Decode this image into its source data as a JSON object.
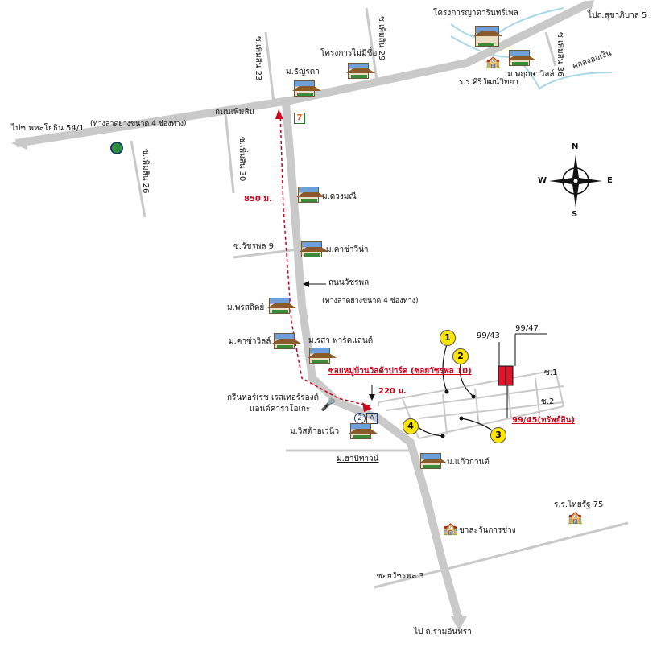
{
  "labels": {
    "to_phahon": "ไปซ.พหลโยธิน 54/1",
    "to_sukhapiban": "ไปถ.สุขาภิบาล 5",
    "to_ramintra": "ไป ถ.รามอินทรา",
    "thanon_phoemsin": "ถนนเพิ่มสิน",
    "thanon_phoemsin_sub": "(ทางลาดยางขนาด 4 ช่องทาง)",
    "soi_phoemsin_23": "ซ.เพิ่มสิน 23",
    "soi_phoemsin_26": "ซ.เพิ่มสิน 26",
    "soi_phoemsin_29": "ซ.เพิ่มสิน 29",
    "soi_phoemsin_30": "ซ.เพิ่มสิน 30",
    "soi_phoemsin_36": "ซ.เพิ่มสิน 36",
    "khlong": "คลองออเงิน",
    "project_yada": "โครงการญาดารินทร์เพล",
    "project_noname": "โครงการไม่มีชื่อ",
    "m_thanyada": "ม.ธัญรดา",
    "m_phrueksa": "ม.พฤกษาวิลล์",
    "school_siri": "ร.ร.ศิริวัฒน์วิทยา",
    "dist_850": "850 ม.",
    "m_duangmanee": "ม.ดวงมณี",
    "soi_watcharaphon_9": "ซ.วัชรพล 9",
    "m_kasavina": "ม.คาซ่าวีน่า",
    "thanon_watcharaphon": "ถนนวัชรพล",
    "thanon_watcharaphon_sub": "(ทางลาดยางขนาด 4 ช่องทาง)",
    "m_phonsathit": "ม.พรสถิตย์",
    "m_kasaville": "ม.คาซ่าวิลล์",
    "m_rasa": "ม.รสา พาร์คแลนด์",
    "green_house": "กรีนทอร์เรช เรสเทอร์รองต์",
    "karaoke": "แอนด์คาราโอเกะ",
    "soi_village": "ซอยหมู่บ้านวิสต้าปาร์ค (ซอยวัชรพล 10)",
    "dist_220": "220 ม.",
    "m_vista": "ม.วิสต้าอเวนิว",
    "m_habitown": "ม.ฮาบิทาวน์",
    "m_kaewkarn": "ม.แก้วกานต์",
    "chala": "ชาละวันการช่าง",
    "school_thairat": "ร.ร.ไทยรัฐ 75",
    "soi_watcharaphon_3": "ซอยวัชรพล 3",
    "lot_9943": "99/43",
    "lot_9947": "99/47",
    "lot_9945": "99/45(ทรัพย์สิน)",
    "so1": "ซ.1",
    "so2": "ซ.2",
    "compass_n": "N",
    "compass_s": "S",
    "compass_e": "E",
    "compass_w": "W",
    "num1": "1",
    "num2": "2",
    "num3": "3",
    "num4": "4",
    "seven_eleven": "7",
    "sign_a": "2",
    "sign_b": "A"
  },
  "colors": {
    "road": "#c9c9c9",
    "route": "#d0021b",
    "canal": "#a8d8e8",
    "plot_circle": "#ffe600",
    "property": "#e0142a"
  },
  "icons": [
    "house-icon",
    "school-icon",
    "seven-eleven-icon",
    "ptt-icon",
    "compass-icon"
  ]
}
